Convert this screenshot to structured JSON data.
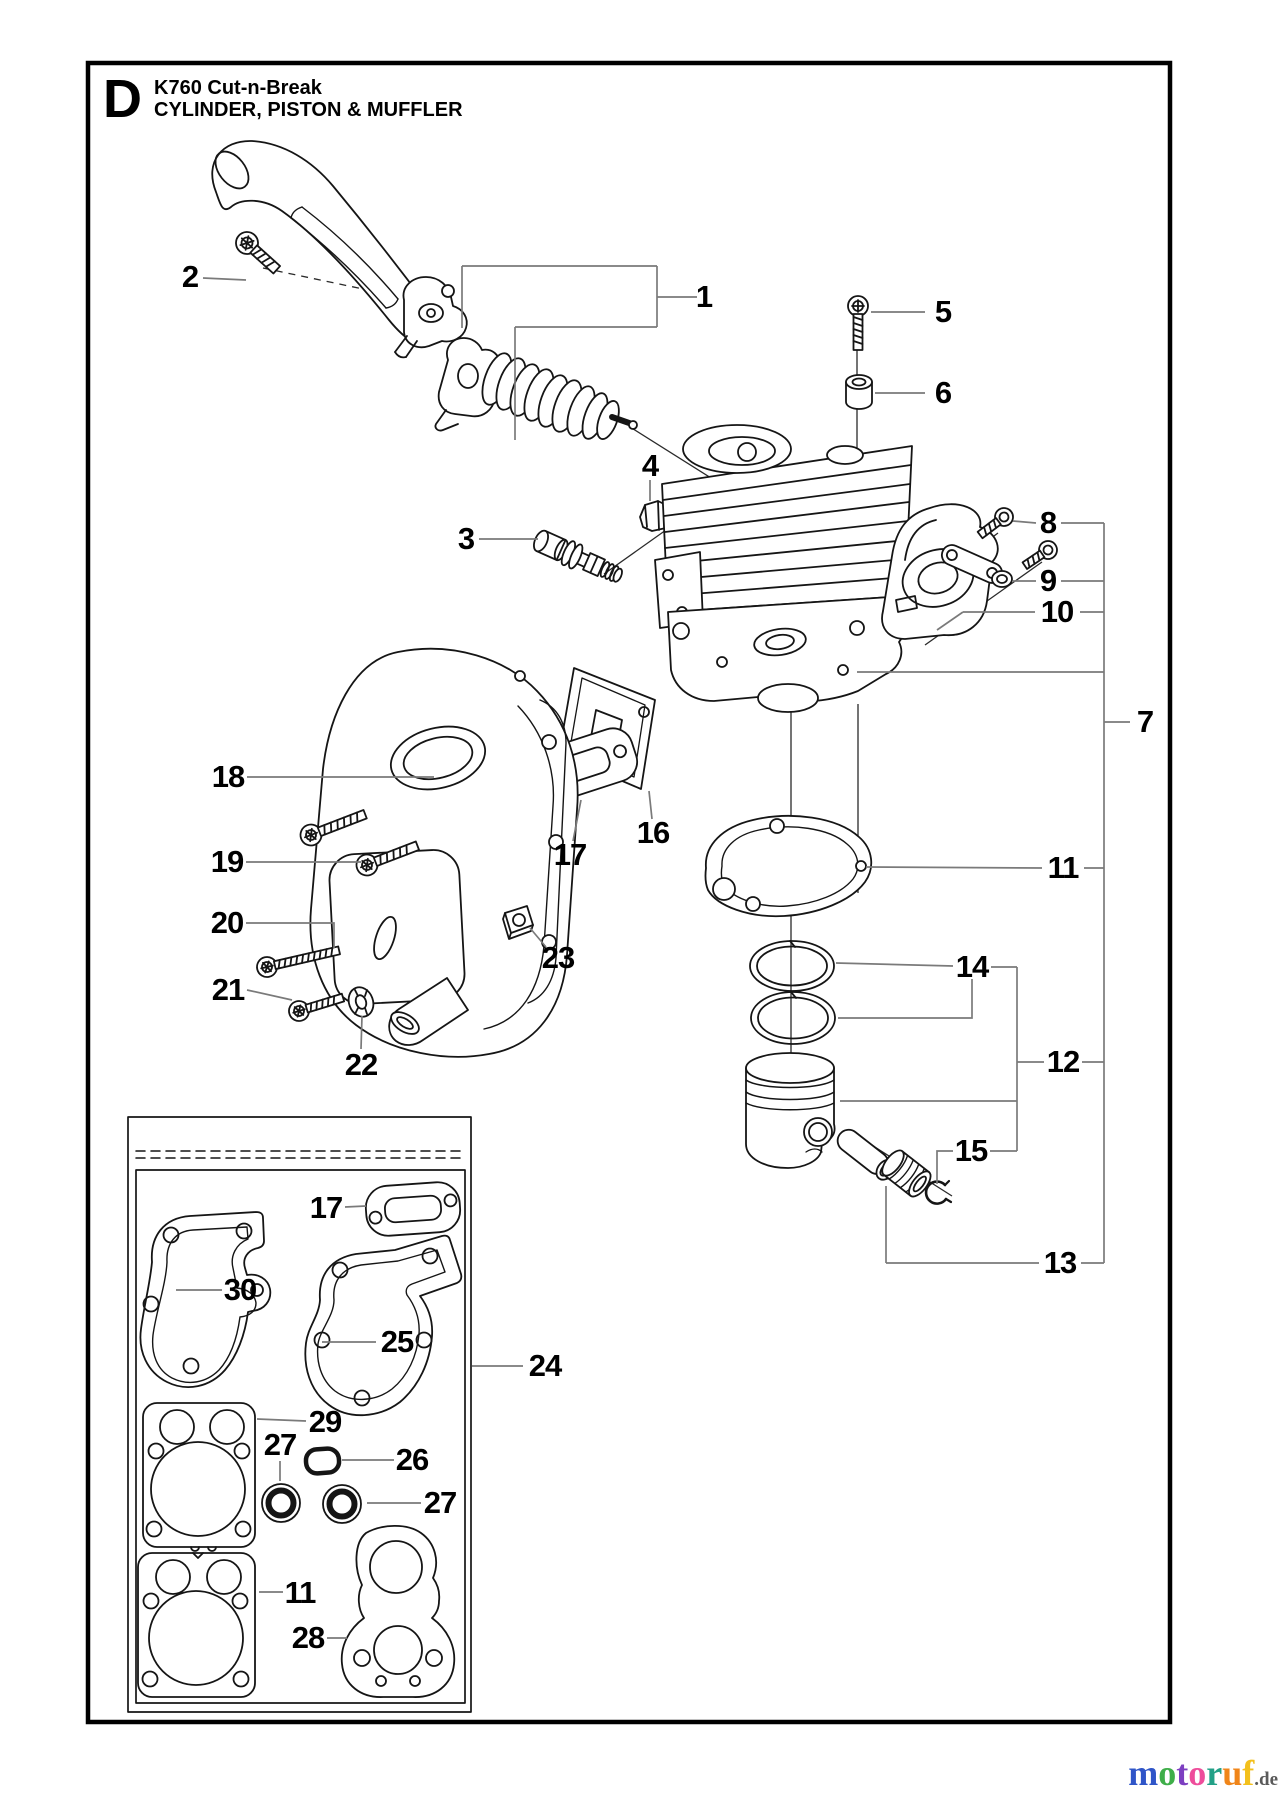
{
  "header": {
    "section_letter": "D",
    "model": "K760 Cut-n-Break",
    "subtitle": "CYLINDER, PISTON & MUFFLER"
  },
  "callouts": {
    "c1": "1",
    "c2": "2",
    "c3": "3",
    "c4": "4",
    "c5": "5",
    "c6": "6",
    "c7": "7",
    "c8": "8",
    "c9": "9",
    "c10": "10",
    "c11": "11",
    "c12": "12",
    "c13": "13",
    "c14": "14",
    "c15": "15",
    "c16": "16",
    "c17": "17",
    "c18": "18",
    "c19": "19",
    "c20": "20",
    "c21": "21",
    "c22": "22",
    "c23": "23",
    "c24": "24",
    "c25": "25",
    "c26": "26",
    "c27a": "27",
    "c27b": "27",
    "c28": "28",
    "c29": "29",
    "c30": "30",
    "c11b": "11",
    "c17b": "17"
  },
  "logo": {
    "letters": [
      {
        "ch": "m",
        "color": "#2f55c8"
      },
      {
        "ch": "o",
        "color": "#3fae49"
      },
      {
        "ch": "t",
        "color": "#7d3fc1"
      },
      {
        "ch": "o",
        "color": "#ee4d9b"
      },
      {
        "ch": "r",
        "color": "#22a087"
      },
      {
        "ch": "u",
        "color": "#f08519"
      },
      {
        "ch": "f",
        "color": "#f3c01c"
      }
    ],
    "suffix": ".de"
  },
  "colors": {
    "part_stroke": "#151515",
    "leader_stroke": "#7a7a7a",
    "frame": "#000000"
  }
}
